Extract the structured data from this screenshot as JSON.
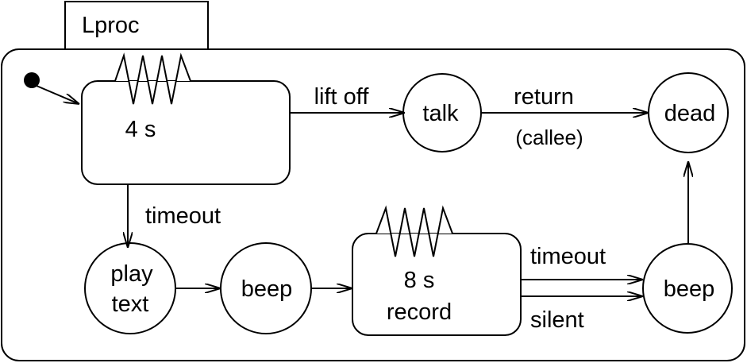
{
  "diagram": {
    "tab_label": "Lproc",
    "states": {
      "wait": "4 s",
      "talk": "talk",
      "dead": "dead",
      "play_text_line1": "play",
      "play_text_line2": "text",
      "beep_1": "beep",
      "record_line1": "8 s",
      "record_line2": "record",
      "beep_2": "beep"
    },
    "transitions": {
      "lift_off": "lift off",
      "return": "return",
      "callee": "(callee)",
      "timeout_1": "timeout",
      "timeout_2": "timeout",
      "silent": "silent"
    }
  }
}
